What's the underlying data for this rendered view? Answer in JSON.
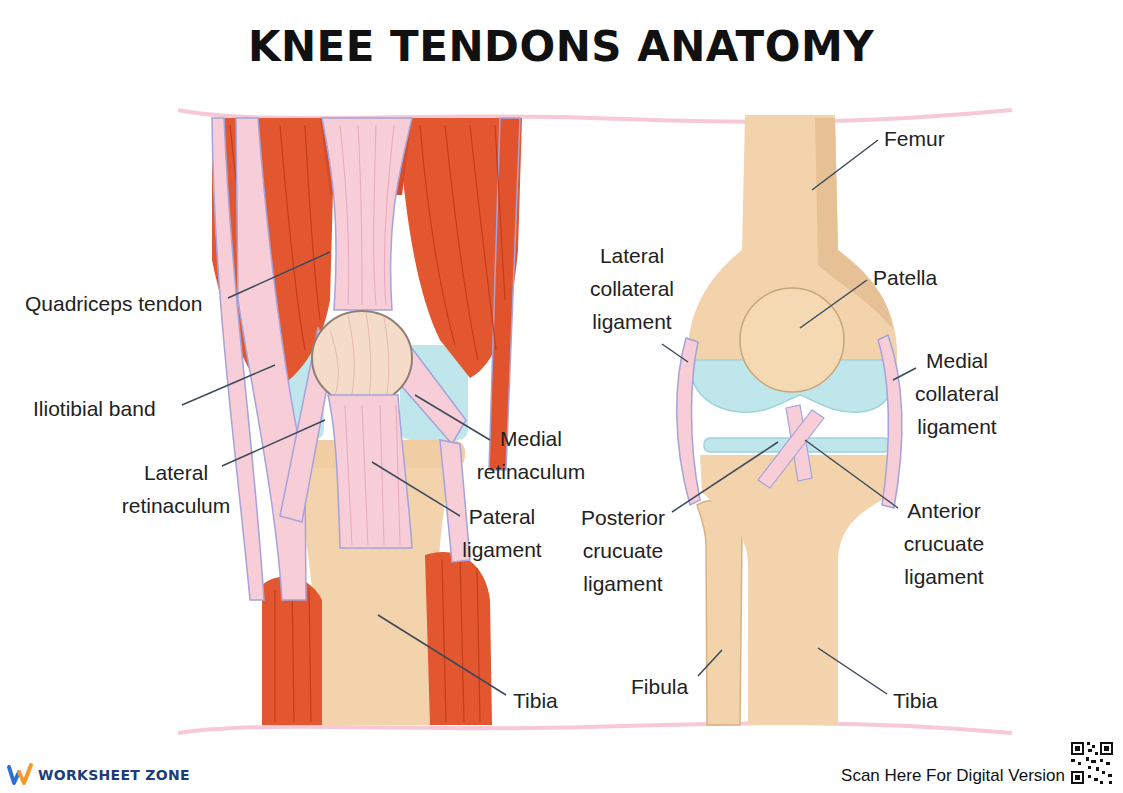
{
  "diagram": {
    "title": "KNEE TENDONS ANATOMY",
    "labels": [
      "Quadriceps tendon",
      "Iliotibial band",
      "Lateral retinaculum",
      "Medial retinaculum",
      "Pateral ligament",
      "Tibia",
      "Femur",
      "Lateral collateral ligament",
      "Patella",
      "Medial collateral ligament",
      "Posterior crucuate ligament",
      "Anterior crucuate ligament",
      "Fibula",
      "Tibia",
      "WORKSHEET ZONE",
      "Scan Here For Digital Version"
    ]
  }
}
